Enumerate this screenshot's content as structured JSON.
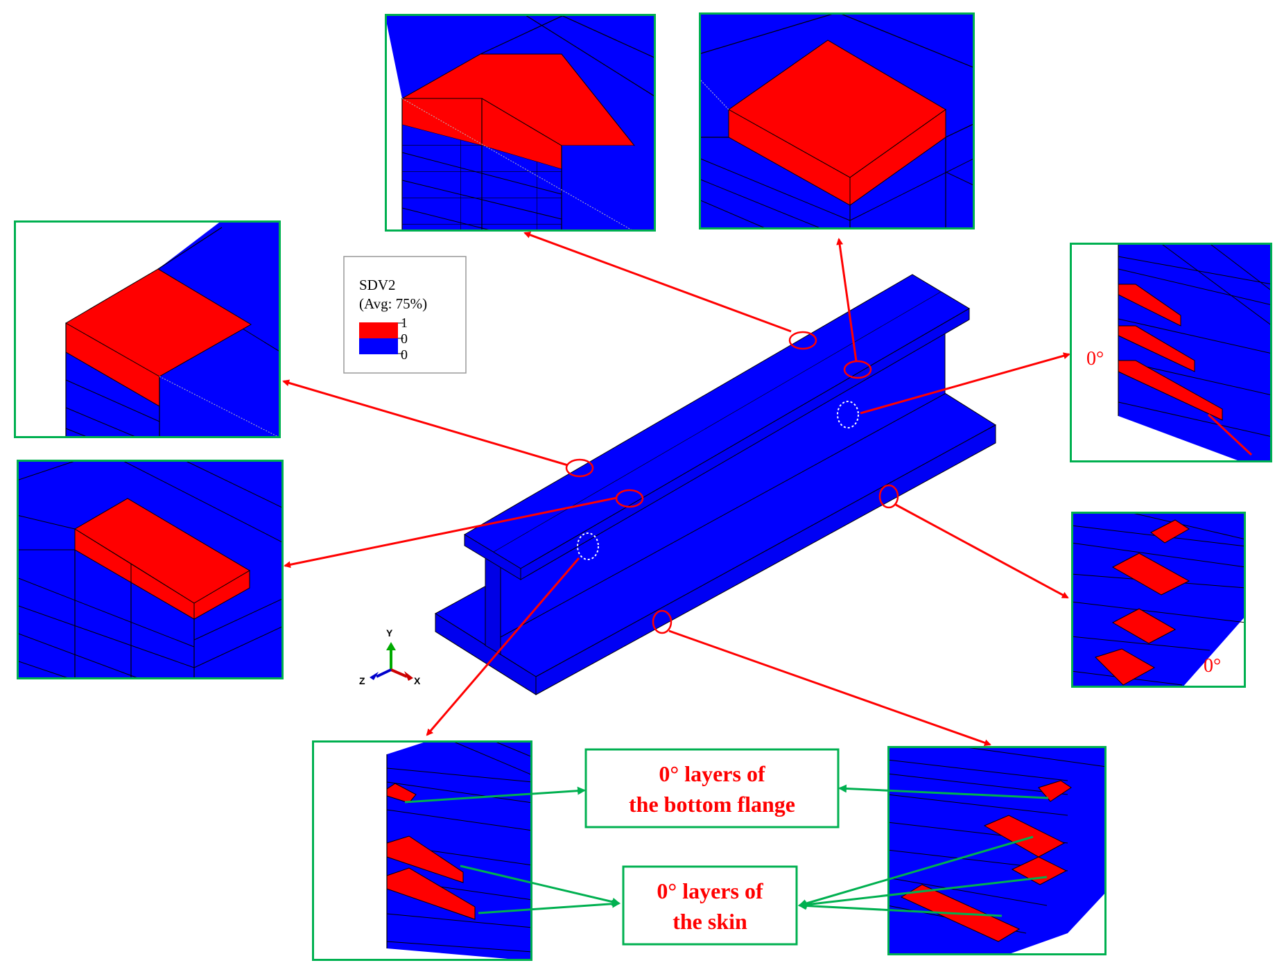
{
  "legend": {
    "title": "SDV2",
    "subtitle": "(Avg: 75%)",
    "entries": [
      {
        "label": "1",
        "color": "#ff0000"
      },
      {
        "label": "0",
        "color": "#ff0000"
      },
      {
        "label": "0",
        "color": "#0000ff"
      }
    ]
  },
  "axes_triad": {
    "y": "Y",
    "z": "Z",
    "x": "X"
  },
  "angle_labels": {
    "right_upper": "0°",
    "right_lower": "0°"
  },
  "callouts": {
    "bottom_flange": {
      "line1": "0° layers of",
      "line2": "the bottom flange"
    },
    "skin": {
      "line1": "0° layers of",
      "line2": "the skin"
    }
  },
  "colors": {
    "element_blue": "#0000ff",
    "damage_red": "#ff0000",
    "frame_green": "#00b050",
    "arrow_red": "#ff0000",
    "arrow_green": "#00b050",
    "text_red": "#ff0000"
  }
}
